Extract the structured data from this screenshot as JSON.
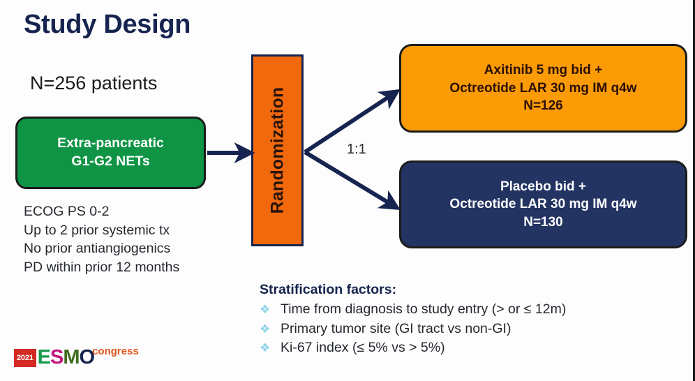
{
  "slide": {
    "title": "Study Design",
    "enrollment": "N=256 patients",
    "ratio_label": "1:1"
  },
  "population": {
    "line1": "Extra-pancreatic",
    "line2": "G1-G2 NETs",
    "color": "#0E9444"
  },
  "criteria": [
    "ECOG PS 0-2",
    "Up to 2 prior systemic tx",
    "No prior antiangiogenics",
    "PD within prior 12 months"
  ],
  "randomization": {
    "label": "Randomization",
    "color": "#F2690D"
  },
  "arms": [
    {
      "name": "experimental-arm",
      "line1": "Axitinib 5 mg bid +",
      "line2": "Octreotide LAR 30 mg IM q4w",
      "line3": "N=126",
      "color": "#FB9B05"
    },
    {
      "name": "control-arm",
      "line1": "Placebo bid +",
      "line2": "Octreotide LAR 30 mg IM q4w",
      "line3": "N=130",
      "color": "#233463"
    }
  ],
  "stratification": {
    "title": "Stratification factors:",
    "bullet_glyph": "❖",
    "items": [
      "Time from diagnosis to study entry (> or ≤ 12m)",
      "Primary tumor site (GI tract vs non-GI)",
      "Ki-67 index (≤ 5% vs > 5%)"
    ]
  },
  "logo": {
    "year": "2021",
    "letter_e": "E",
    "letter_s": "S",
    "letter_m": "M",
    "letter_o": "O",
    "congress": "congress"
  }
}
